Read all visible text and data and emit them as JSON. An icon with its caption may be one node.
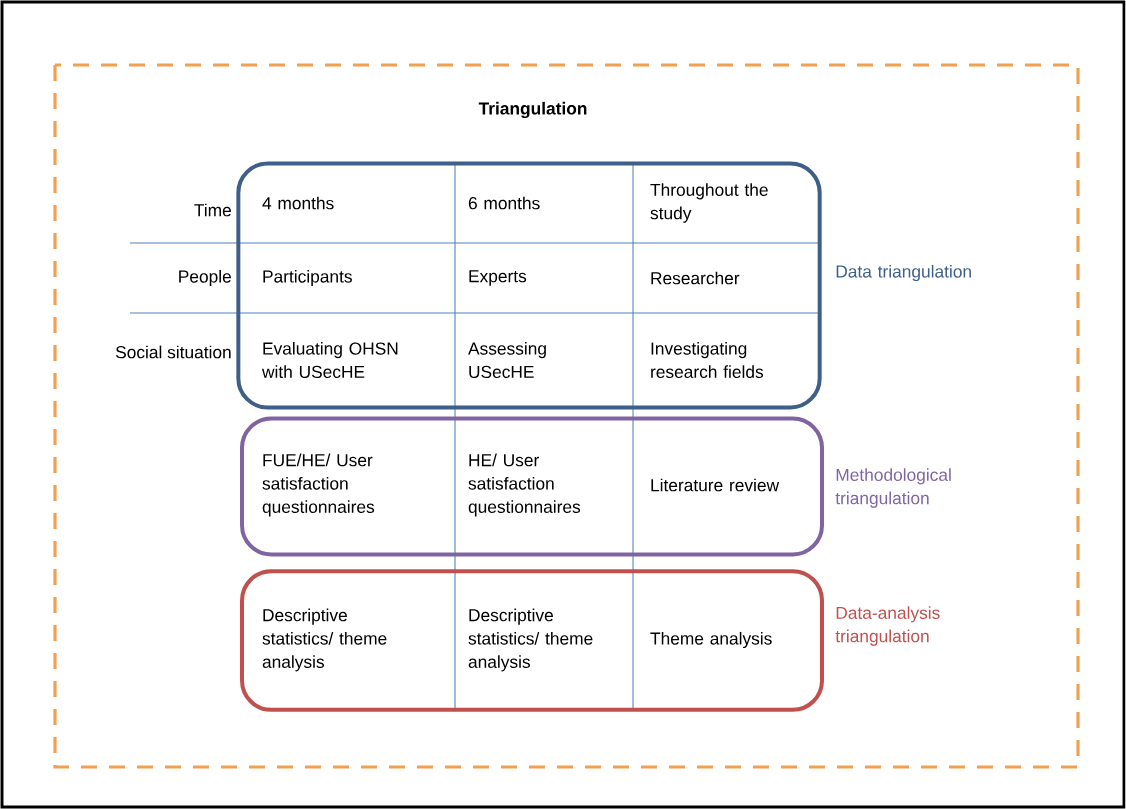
{
  "diagram": {
    "title": "Triangulation",
    "nodes": [
      {
        "text": [
          "4 months",
          "6 months",
          "Throughout the study",
          "Participants",
          "Experts",
          "Researcher",
          "Evaluating OHSN with USecHE",
          "Assessing USecHE",
          "Investigating research fields"
        ],
        "beside": [
          "Data triangulation"
        ]
      },
      {
        "text": [
          "FUE/HE/ User satisfaction questionnaires",
          "HE/ User satisfaction questionnaires",
          "Literature review"
        ],
        "beside": [
          "Methodological triangulation"
        ]
      },
      {
        "text": [
          "Descriptive statistics/ theme analysis",
          "Descriptive statistics/ theme analysis",
          "Theme analysis"
        ],
        "beside": [
          "Data-analysis triangulation"
        ]
      }
    ],
    "labels": [
      "Time",
      "People",
      "Social situation"
    ]
  }
}
